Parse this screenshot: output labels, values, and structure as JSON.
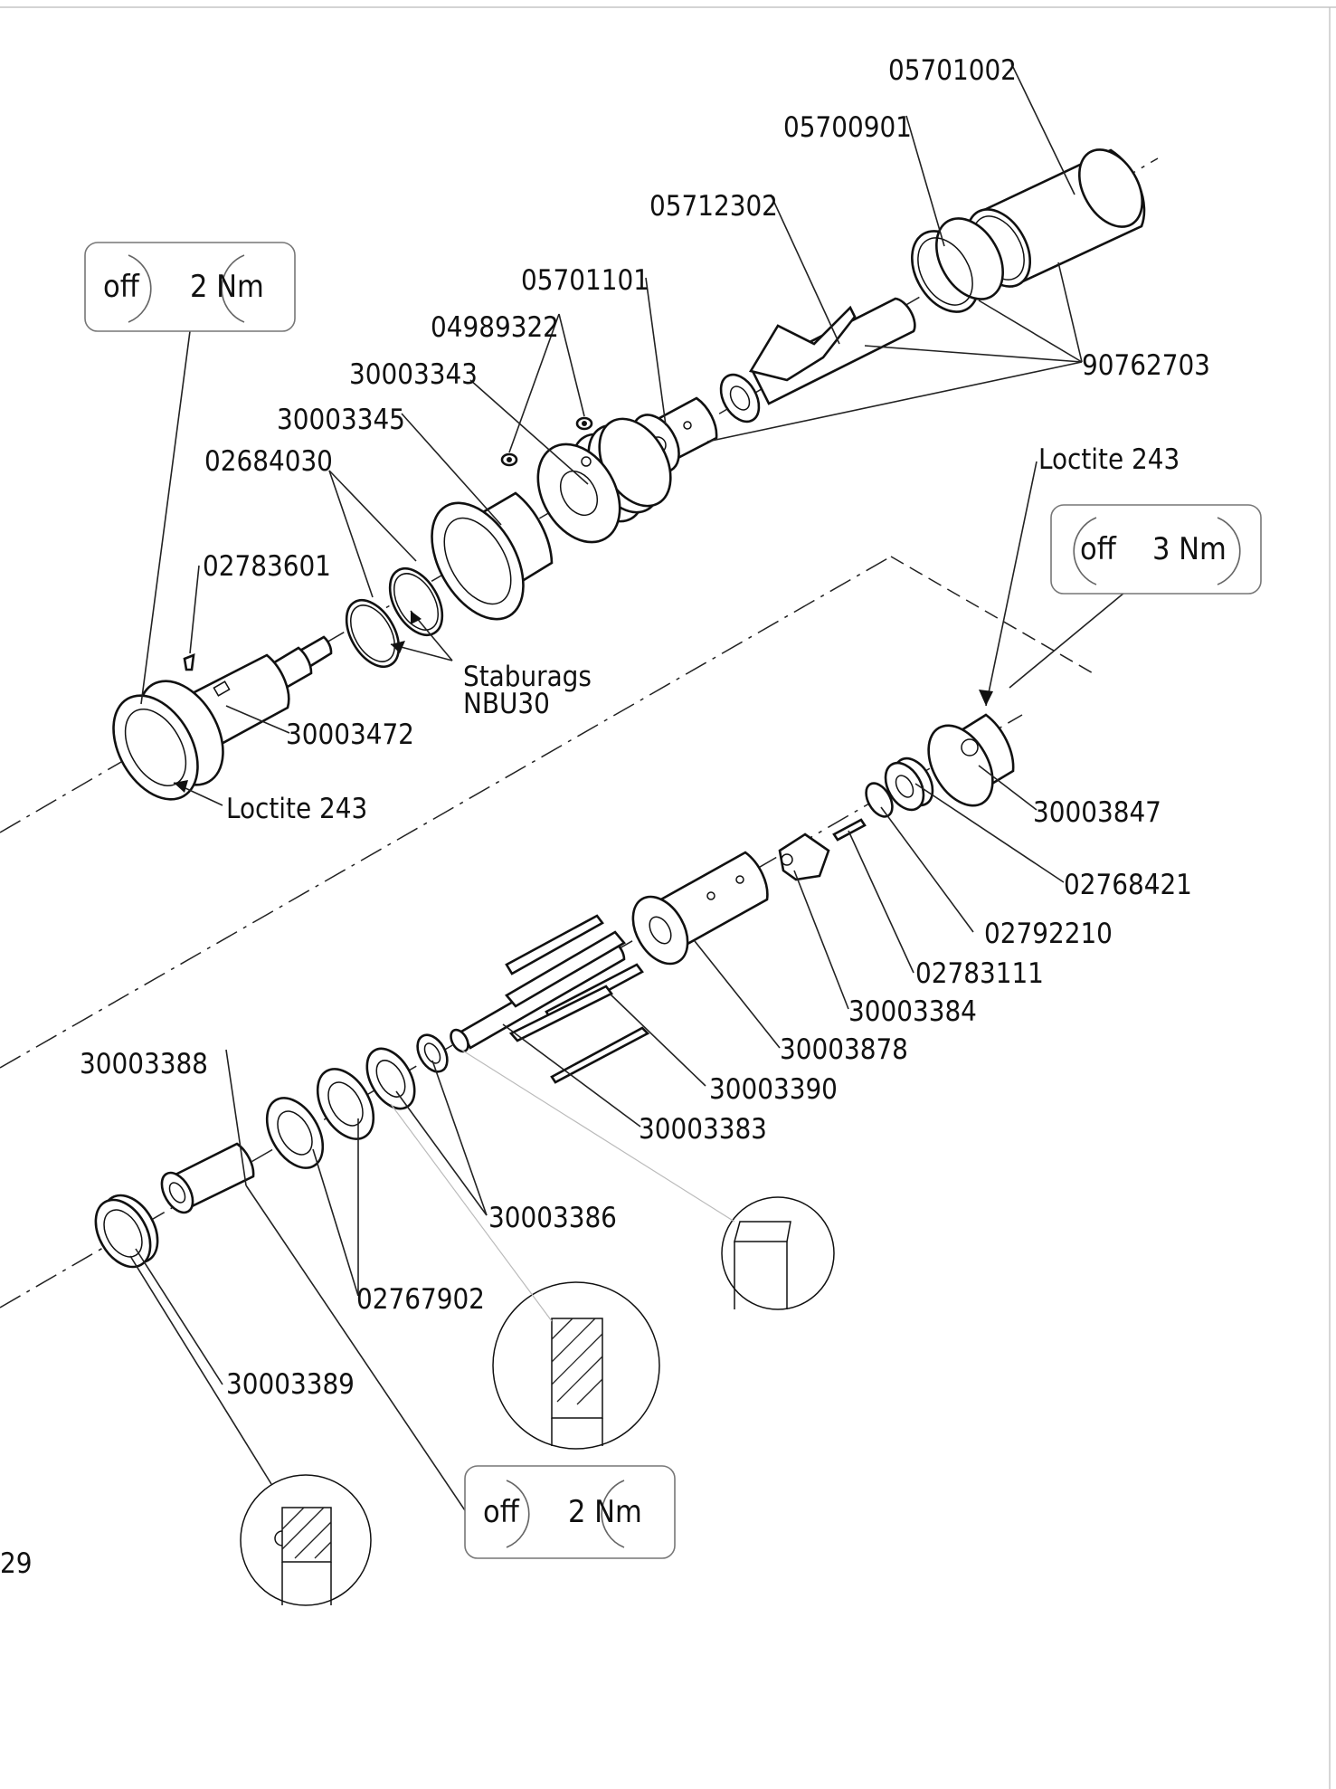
{
  "diagram": {
    "part_labels": {
      "p05701002": "05701002",
      "p05700901": "05700901",
      "p05712302": "05712302",
      "p05701101": "05701101",
      "p04989322": "04989322",
      "p30003343": "30003343",
      "p30003345": "30003345",
      "p02684030": "02684030",
      "p90762703": "90762703",
      "p02783601": "02783601",
      "p30003472": "30003472",
      "p30003847": "30003847",
      "p02768421": "02768421",
      "p02792210": "02792210",
      "p02783111": "02783111",
      "p30003384": "30003384",
      "p30003878": "30003878",
      "p30003390": "30003390",
      "p30003383": "30003383",
      "p30003388": "30003388",
      "p30003386": "30003386",
      "p02767902": "02767902",
      "p30003389": "30003389",
      "partial_left": "29"
    },
    "notes": {
      "loctite_upper": "Loctite 243",
      "loctite_lower": "Loctite 243",
      "staburags_line1": "Staburags",
      "staburags_line2": "NBU30"
    },
    "torque_boxes": {
      "top_left": {
        "off": "off",
        "value": "2 Nm"
      },
      "right": {
        "off": "off",
        "value": "3 Nm"
      },
      "bottom": {
        "off": "off",
        "value": "2 Nm"
      }
    }
  }
}
